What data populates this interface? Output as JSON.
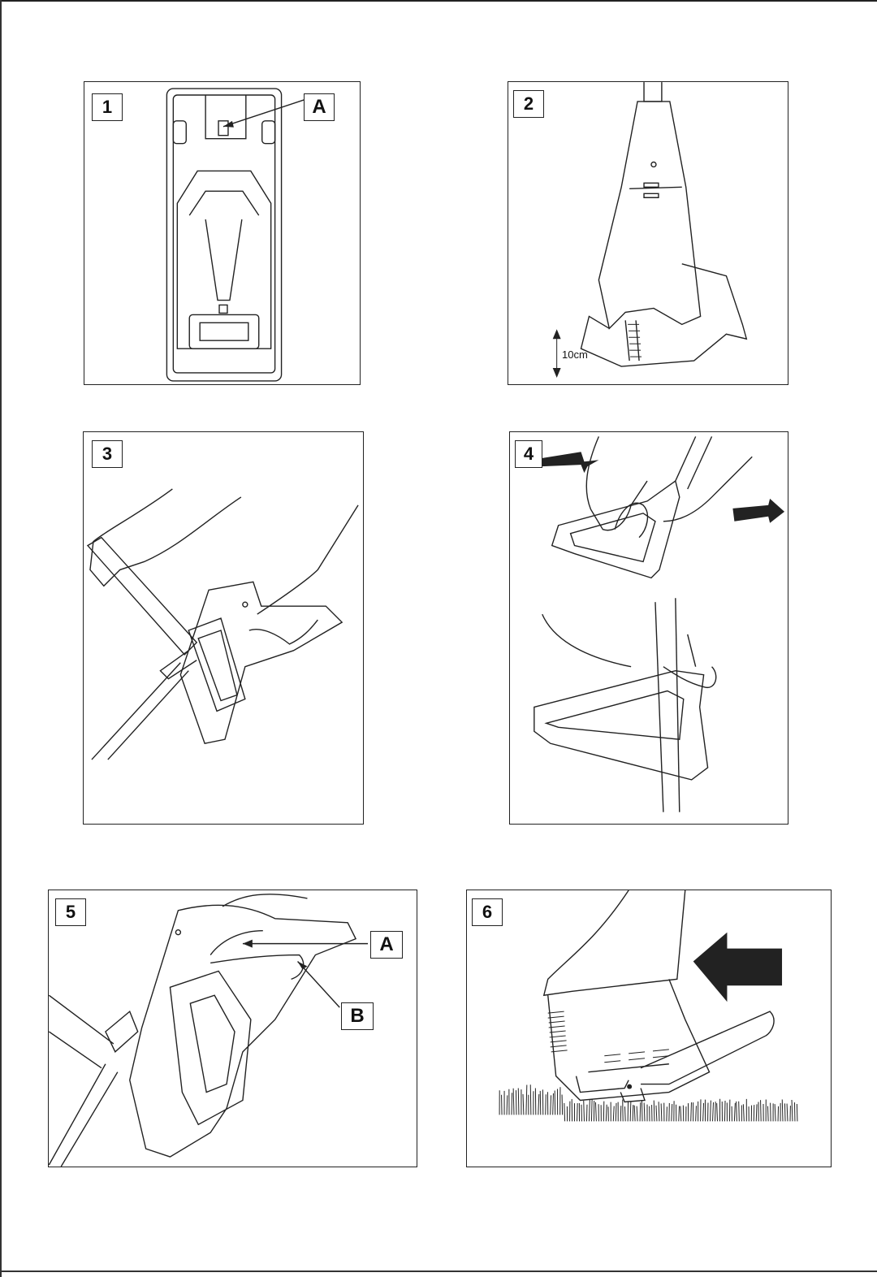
{
  "figures": [
    {
      "number": "1",
      "callouts": [
        "A"
      ]
    },
    {
      "number": "2",
      "dimension": "10cm"
    },
    {
      "number": "3"
    },
    {
      "number": "4"
    },
    {
      "number": "5",
      "callouts": [
        "A",
        "B"
      ]
    },
    {
      "number": "6"
    }
  ]
}
